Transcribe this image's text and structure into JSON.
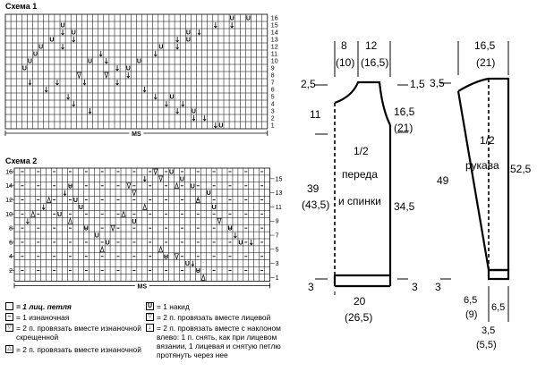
{
  "scheme1": {
    "title": "Схема 1",
    "rows": [
      "1",
      "2",
      "3",
      "4",
      "5",
      "6",
      "7",
      "8",
      "9",
      "10",
      "11",
      "12",
      "13",
      "14",
      "15",
      "16"
    ],
    "ms_label": "MS"
  },
  "scheme2": {
    "title": "Схема 2",
    "rows_left": [
      "2",
      "4",
      "6",
      "8",
      "10",
      "12",
      "14",
      "16"
    ],
    "rows_right": [
      "1",
      "3",
      "5",
      "7",
      "9",
      "11",
      "13",
      "15"
    ],
    "ms_label": "MS"
  },
  "legend": {
    "knit": "= 1 лиц. петля",
    "purl": "= 1 изнаночная",
    "p2tog_tbl": "= 2 п. провязать вместе изнаночной скрещенной",
    "p2tog": "= 2 п. провязать вместе изнаночной",
    "yo": "= 1 накид",
    "k2tog": "= 2 п. провязать вместе лицевой",
    "skp": "= 2 п. провязать вместе с наклоном влево: 1 п. снять, как при лицевом вязании, 1 лицевая и снятую петлю протянуть через нее"
  },
  "body": {
    "label_line1": "1/2",
    "label_line2": "переда",
    "label_line3": "и спинки",
    "top_left_a": "8",
    "top_left_b": "(10)",
    "top_right_a": "12",
    "top_right_b": "(16,5)",
    "shoulder_left": "2,5",
    "shoulder_right": "1,5",
    "armhole_left": "11",
    "armhole_right_a": "16,5",
    "armhole_right_b": "(21)",
    "length_a": "39",
    "length_b": "(43,5)",
    "side": "34,5",
    "hem_left": "3",
    "hem_right": "3",
    "width_a": "20",
    "width_b": "(26,5)"
  },
  "sleeve": {
    "label_line1": "1/2",
    "label_line2": "рукава",
    "top_a": "16,5",
    "top_b": "(21)",
    "top_left": "3,5",
    "length": "49",
    "right": "52,5",
    "hem_left": "3",
    "bottom_left_a": "6,5",
    "bottom_left_b": "(9)",
    "bottom_right": "6,5",
    "bottom_a": "3,5",
    "bottom_b": "(5,5)"
  }
}
